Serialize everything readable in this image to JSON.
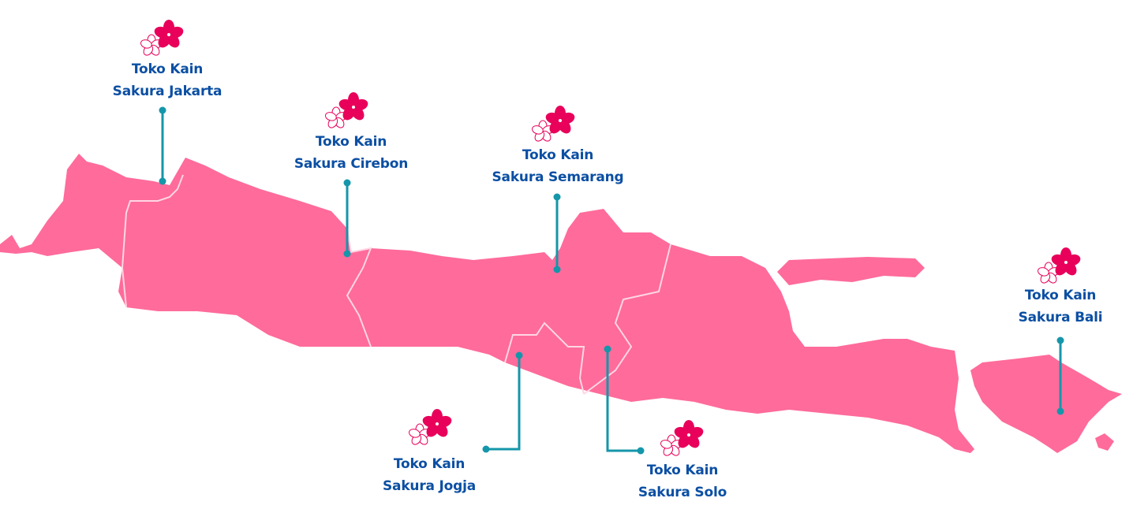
{
  "colors": {
    "land": "#ff6b9b",
    "border": "#ffd6e4",
    "label": "#0b4fa3",
    "pin": "#1596aa",
    "flower": "#e8005a"
  },
  "stores": [
    {
      "line1": "Toko Kain",
      "line2": "Sakura Jakarta",
      "icon": "sakura-flower-icon"
    },
    {
      "line1": "Toko Kain",
      "line2": "Sakura Cirebon",
      "icon": "sakura-flower-icon"
    },
    {
      "line1": "Toko Kain",
      "line2": "Sakura Semarang",
      "icon": "sakura-flower-icon"
    },
    {
      "line1": "Toko Kain",
      "line2": "Sakura Jogja",
      "icon": "sakura-flower-icon"
    },
    {
      "line1": "Toko Kain",
      "line2": "Sakura Solo",
      "icon": "sakura-flower-icon"
    },
    {
      "line1": "Toko Kain",
      "line2": "Sakura Bali",
      "icon": "sakura-flower-icon"
    }
  ]
}
